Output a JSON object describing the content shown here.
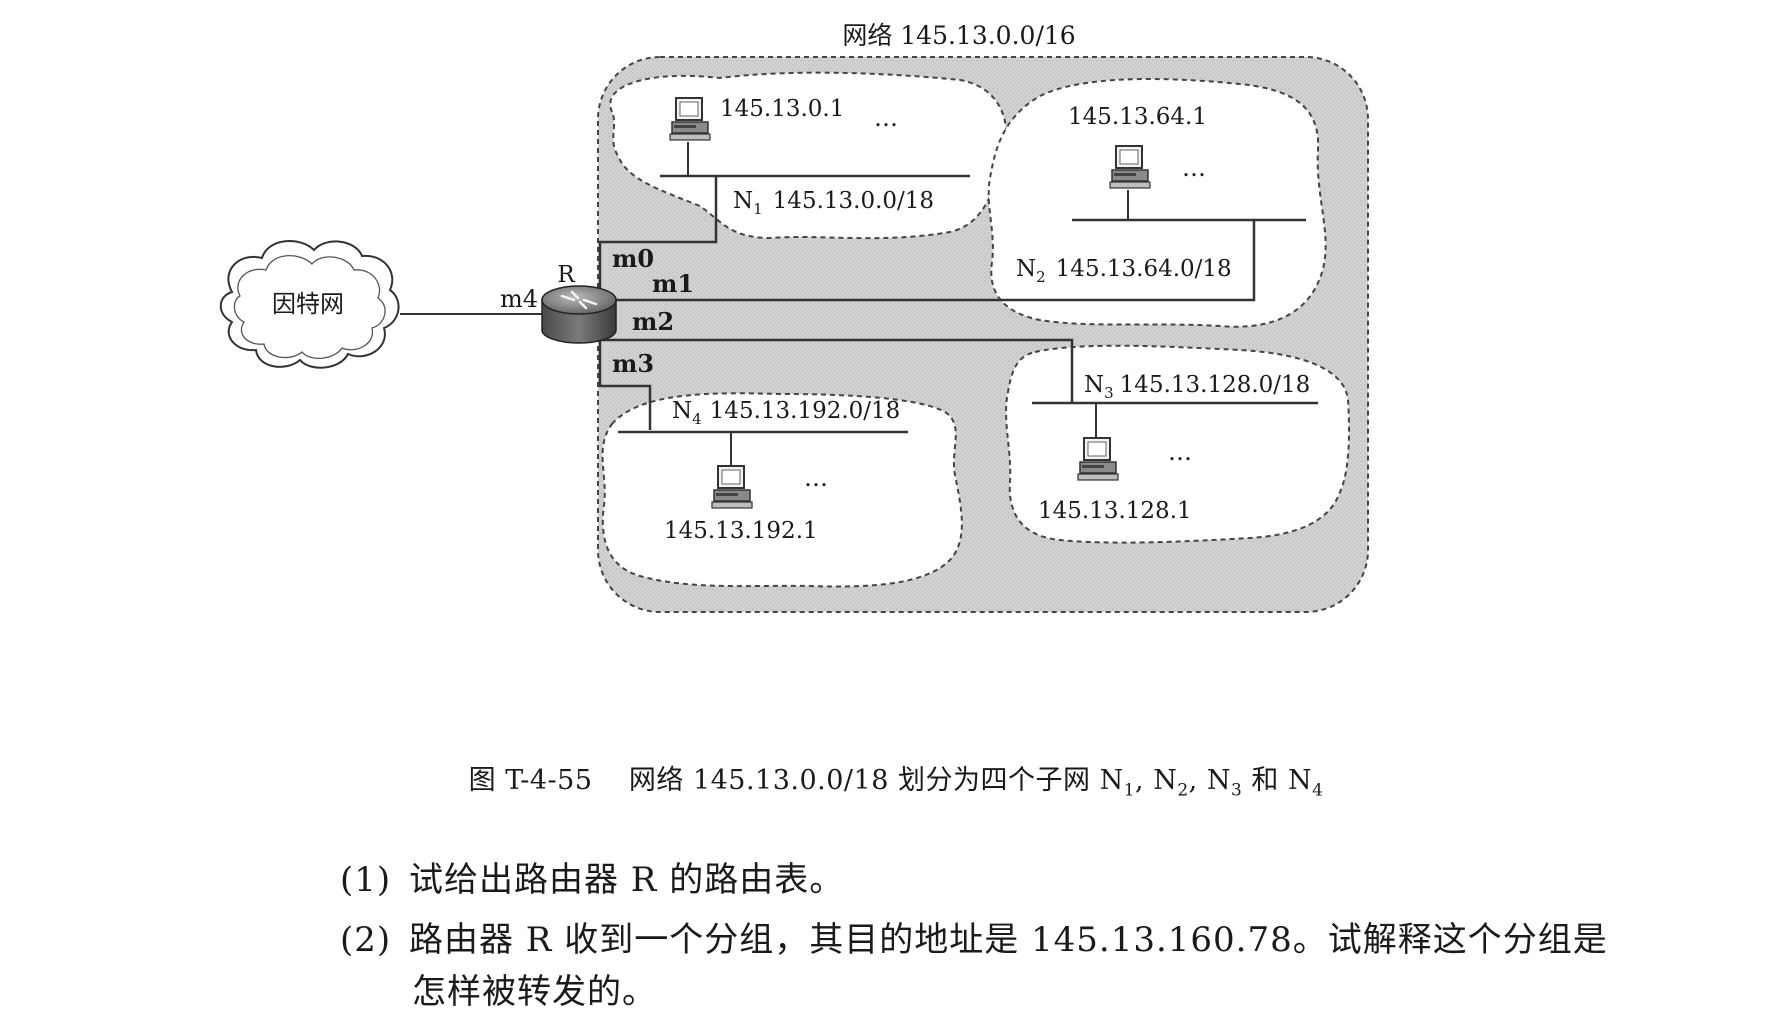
{
  "network_title": "网络 145.13.0.0/16",
  "internet_label": "因特网",
  "router": {
    "name": "R",
    "ports": [
      "m0",
      "m1",
      "m2",
      "m3",
      "m4"
    ]
  },
  "subnets": [
    {
      "id": "N",
      "sub": "1",
      "prefix": "145.13.0.0/18",
      "host": "145.13.0.1"
    },
    {
      "id": "N",
      "sub": "2",
      "prefix": "145.13.64.0/18",
      "host": "145.13.64.1"
    },
    {
      "id": "N",
      "sub": "3",
      "prefix": "145.13.128.0/18",
      "host": "145.13.128.1"
    },
    {
      "id": "N",
      "sub": "4",
      "prefix": "145.13.192.0/18",
      "host": "145.13.192.1"
    }
  ],
  "ellipsis": "…",
  "caption": {
    "fig_no": "图 T-4-55",
    "text": "网络 145.13.0.0/18 划分为四个子网 ",
    "subnet_list": [
      {
        "id": "N",
        "sub": "1",
        "sep": ", "
      },
      {
        "id": "N",
        "sub": "2",
        "sep": ", "
      },
      {
        "id": "N",
        "sub": "3",
        "sep": " 和 "
      },
      {
        "id": "N",
        "sub": "4",
        "sep": ""
      }
    ]
  },
  "questions": {
    "q1_num": "(1)",
    "q1_text": "试给出路由器 R 的路由表。",
    "q2_num": "(2)",
    "q2_line1": "路由器 R 收到一个分组，其目的地址是 145.13.160.78。试解释这个分组是",
    "q2_line2": "怎样被转发的。"
  }
}
